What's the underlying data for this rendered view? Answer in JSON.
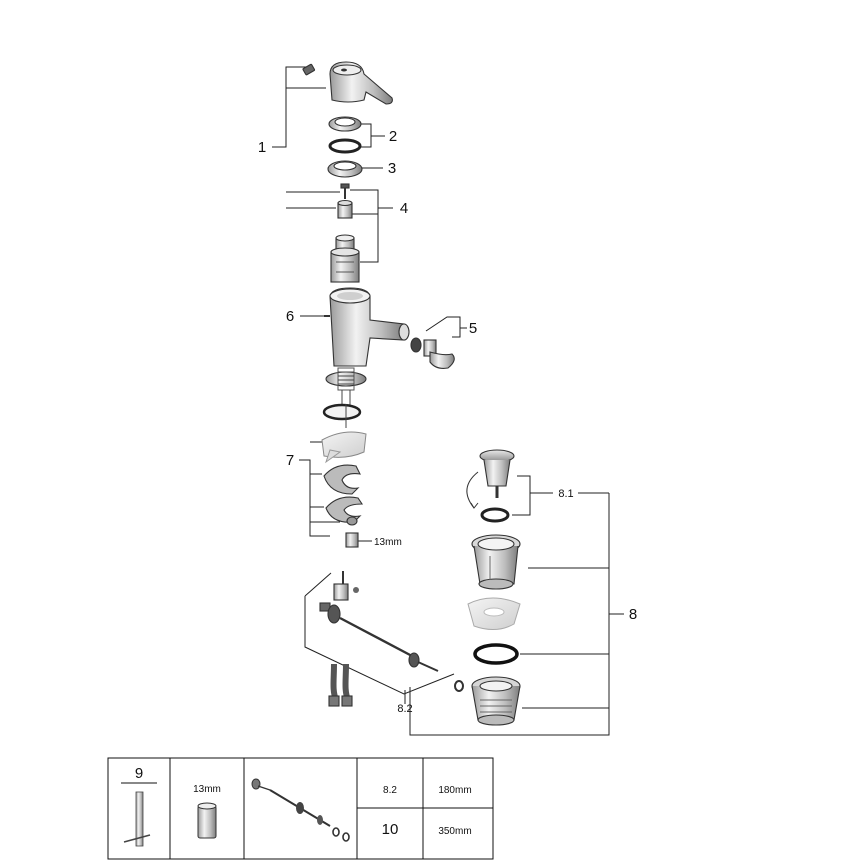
{
  "callouts": {
    "c1": "1",
    "c2": "2",
    "c3": "3",
    "c4": "4",
    "c5": "5",
    "c6": "6",
    "c7": "7",
    "c8": "8",
    "c81": "8.1",
    "c82": "8.2",
    "size13": "13mm"
  },
  "legend_table": {
    "tool_number": "9",
    "socket_size": "13mm",
    "rows": [
      {
        "ref": "8.2",
        "length": "180mm"
      },
      {
        "ref": "10",
        "length": "350mm"
      }
    ]
  }
}
